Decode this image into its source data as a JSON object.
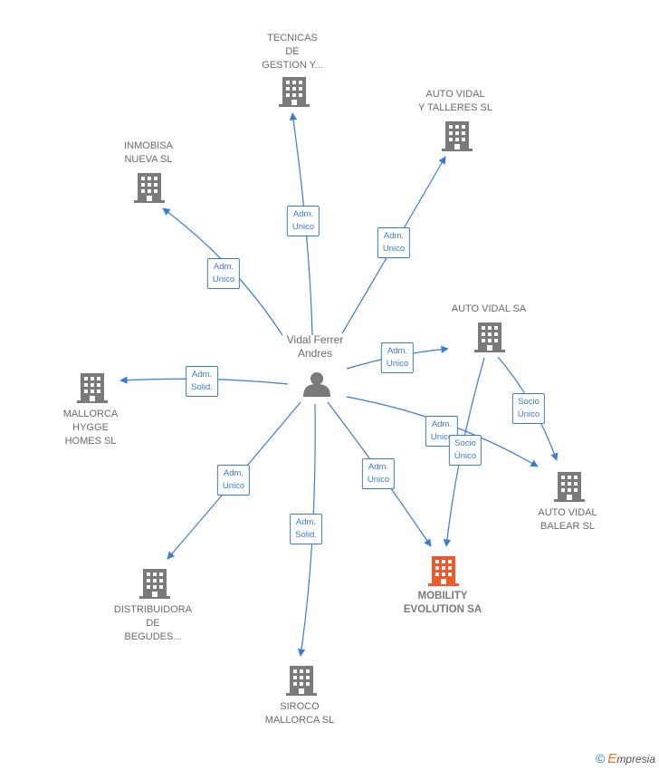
{
  "person": {
    "name": "Vidal Ferrer\nAndres"
  },
  "nodes": [
    {
      "key": "tecnicas",
      "label": "TECNICAS\nDE\nGESTION Y...",
      "main": false
    },
    {
      "key": "autovidal_t",
      "label": "AUTO VIDAL\nY TALLERES SL",
      "main": false
    },
    {
      "key": "inmobisa",
      "label": "INMOBISA\nNUEVA SL",
      "main": false
    },
    {
      "key": "autovidal_sa",
      "label": "AUTO VIDAL SA",
      "main": false
    },
    {
      "key": "mallorca",
      "label": "MALLORCA\nHYGGE\nHOMES  SL",
      "main": false
    },
    {
      "key": "balear",
      "label": "AUTO VIDAL\nBALEAR SL",
      "main": false
    },
    {
      "key": "distrib",
      "label": "DISTRIBUIDORA\nDE\nBEGUDES...",
      "main": false
    },
    {
      "key": "mobility",
      "label": "MOBILITY\nEVOLUTION SA",
      "main": true
    },
    {
      "key": "siroco",
      "label": "SIROCO\nMALLORCA  SL",
      "main": false
    }
  ],
  "edges": [
    {
      "label": "Adm.\nUnico"
    },
    {
      "label": "Adm.\nUnico"
    },
    {
      "label": "Adm.\nUnico"
    },
    {
      "label": "Adm.\nUnico"
    },
    {
      "label": "Adm.\nSolid."
    },
    {
      "label": "Adm.\nUnico"
    },
    {
      "label": "Adm.\nUnico"
    },
    {
      "label": "Adm.\nSolid."
    },
    {
      "label": "Adm.\nUnico"
    },
    {
      "label": "Socio\nÚnico"
    },
    {
      "label": "Socio\nÚnico"
    }
  ],
  "colors": {
    "edge": "#3a7bd5",
    "building": "#7a7a7a",
    "building_main": "#f0592a",
    "person": "#7a7a7a"
  },
  "footer": {
    "copyright": "©",
    "brand_initial": "E",
    "brand_rest": "mpresia"
  }
}
